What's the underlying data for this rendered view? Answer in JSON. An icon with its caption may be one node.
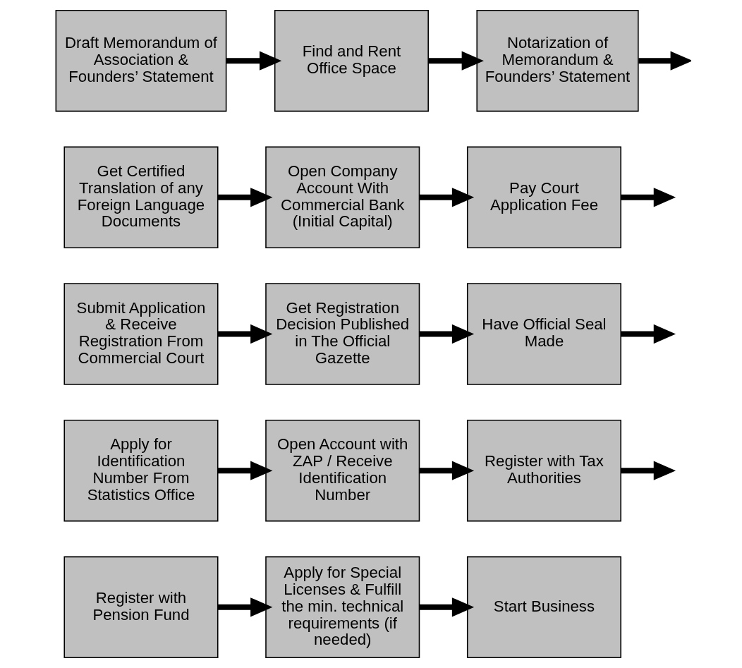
{
  "diagram": {
    "nodes": [
      {
        "text": [
          "Draft Memorandum of Association & Founders’ Statement"
        ]
      },
      {
        "text": [
          "Find and Rent Office Space"
        ]
      },
      {
        "text": [
          "Notarization of Memorandum & Founders’ Statement"
        ]
      },
      {
        "text": [
          "Get Certified Translation of any Foreign Language Documents"
        ]
      },
      {
        "text": [
          "Open Company Account With Commercial Bank (Initial Capital)"
        ]
      },
      {
        "text": [
          "Pay Court Application Fee"
        ]
      },
      {
        "text": [
          "Submit Application & Receive Registration From Commercial Court"
        ]
      },
      {
        "text": [
          "Get Registration Decision Published in The Official Gazette"
        ]
      },
      {
        "text": [
          "Have Official Seal Made"
        ]
      },
      {
        "text": [
          "Apply for Identification Number From Statistics Office"
        ]
      },
      {
        "text": [
          "Open Account with ZAP / Receive Identification Number"
        ]
      },
      {
        "text": [
          "Register with Tax Authorities"
        ]
      },
      {
        "text": [
          "Register with Pension Fund"
        ]
      },
      {
        "text": [
          "Apply for Special Licenses & Fulfill the min. technical requirements (if needed)"
        ]
      },
      {
        "text": [
          "Start Business"
        ]
      }
    ],
    "edges": [
      {
        "from": 0,
        "to": 1,
        "arrow": "to"
      },
      {
        "from": 1,
        "to": 2,
        "arrow": "to"
      },
      {
        "from": 2,
        "to": null,
        "arrow": "to"
      },
      {
        "from": 3,
        "to": 4,
        "arrow": "to"
      },
      {
        "from": 4,
        "to": 5,
        "arrow": "to"
      },
      {
        "from": 5,
        "to": null,
        "arrow": "to"
      },
      {
        "from": 6,
        "to": 7,
        "arrow": "to"
      },
      {
        "from": 7,
        "to": 8,
        "arrow": "to"
      },
      {
        "from": 8,
        "to": null,
        "arrow": "to"
      },
      {
        "from": 9,
        "to": 10,
        "arrow": "to"
      },
      {
        "from": 10,
        "to": 11,
        "arrow": "to"
      },
      {
        "from": 11,
        "to": null,
        "arrow": "to"
      },
      {
        "from": 12,
        "to": 13,
        "arrow": "to"
      },
      {
        "from": 13,
        "to": 14,
        "arrow": "to"
      }
    ]
  }
}
